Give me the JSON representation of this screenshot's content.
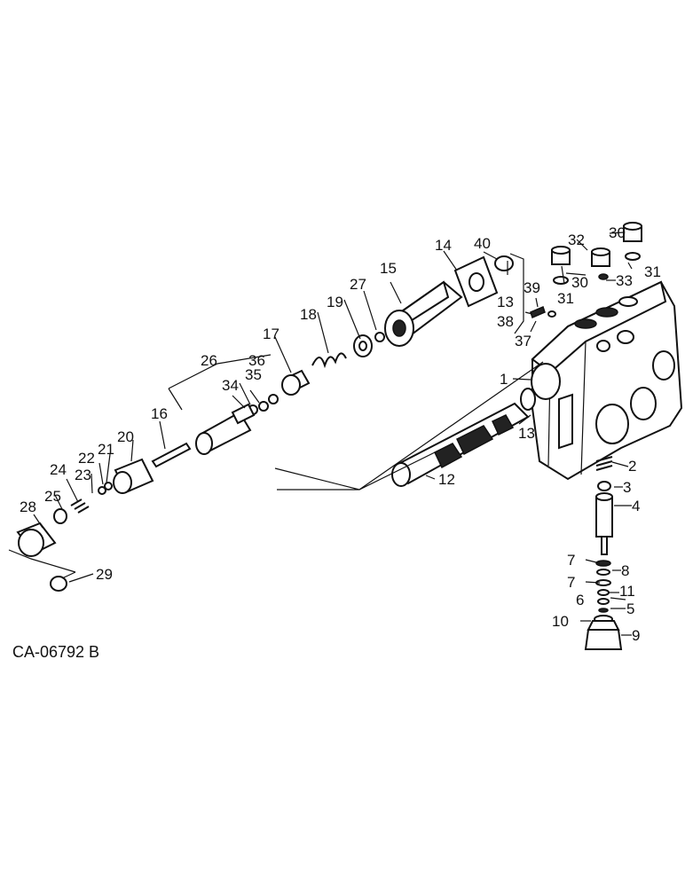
{
  "drawing_code": "CA-06792 B",
  "callouts": [
    "1",
    "2",
    "3",
    "4",
    "5",
    "6",
    "7",
    "7",
    "8",
    "9",
    "10",
    "11",
    "12",
    "13",
    "13",
    "14",
    "15",
    "16",
    "17",
    "18",
    "19",
    "20",
    "21",
    "22",
    "23",
    "24",
    "25",
    "26",
    "27",
    "28",
    "29",
    "30",
    "30",
    "31",
    "31",
    "32",
    "33",
    "34",
    "35",
    "36",
    "37",
    "38",
    "39",
    "40"
  ]
}
